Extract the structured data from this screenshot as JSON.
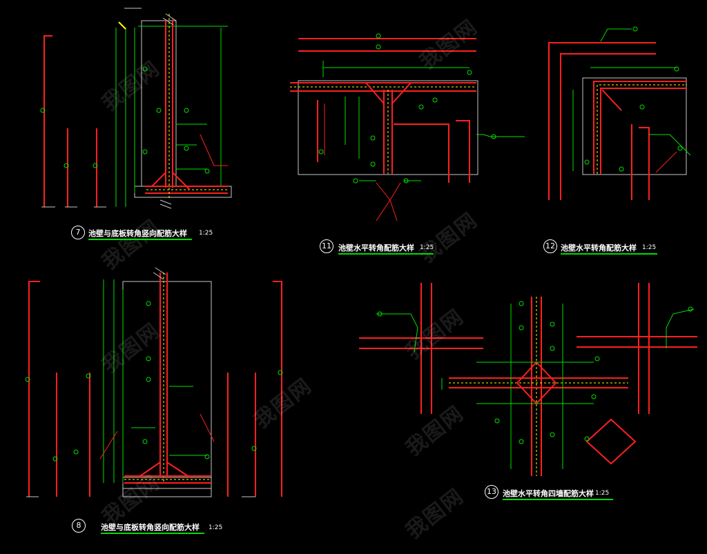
{
  "colors": {
    "background": "#000000",
    "rebar": "#ff2020",
    "dimension": "#00e000",
    "outline": "#c8c8c8",
    "text": "#ffffff",
    "hatch": "#ffff00",
    "watermark": "#2a2a2a"
  },
  "details": [
    {
      "num": "7",
      "title": "池壁与底板转角竖向配筋大样",
      "scale": "1:25"
    },
    {
      "num": "11",
      "title": "池壁水平转角配筋大样",
      "scale": "1:25"
    },
    {
      "num": "12",
      "title": "池壁水平转角配筋大样",
      "scale": "1:25"
    },
    {
      "num": "8",
      "title": "池壁与底板转角竖向配筋大样",
      "scale": "1:25"
    },
    {
      "num": "13",
      "title": "池壁水平转角四墙配筋大样",
      "scale": "1:25"
    }
  ],
  "watermarks": [
    "我图网",
    "我图网",
    "我图网",
    "我图网",
    "我图网",
    "我图网",
    "我图网",
    "我图网",
    "我图网",
    "我图网"
  ]
}
